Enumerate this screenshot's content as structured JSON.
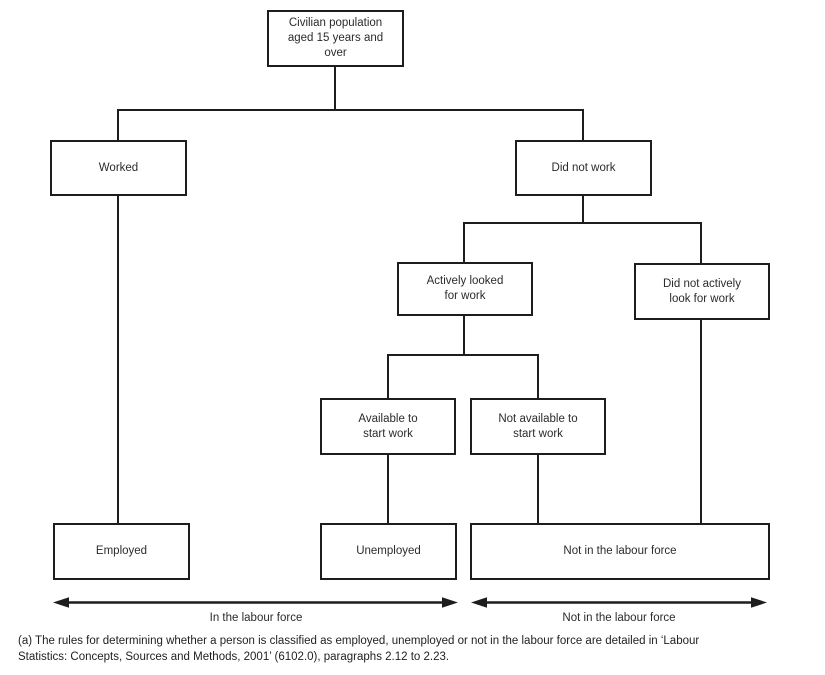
{
  "diagram": {
    "description": "Labour force framework flowchart",
    "nodes": {
      "civilian_population": "Civilian population\naged 15 years and\nover",
      "worked": "Worked",
      "did_not_work": "Did not work",
      "actively_looked": "Actively looked\nfor work",
      "did_not_actively_look": "Did not actively\nlook for work",
      "available_to_start": "Available to\nstart work",
      "not_available_to_start": "Not available to\nstart work",
      "employed": "Employed",
      "unemployed": "Unemployed",
      "not_in_labour_force": "Not in the labour force"
    },
    "span_labels": {
      "in_labour_force": "In the labour force",
      "not_in_labour_force": "Not in the labour force"
    },
    "footnote": {
      "lines": [
        "(a) The rules for determining whether a person is classified as employed, unemployed or not in the labour force are detailed in ‘Labour",
        "Statistics: Concepts, Sources and Methods, 2001’ (6102.0), paragraphs 2.12 to 2.23."
      ]
    },
    "colors": {
      "line": "#1d1d1b",
      "text": "#2b2b2b",
      "background": "#ffffff"
    }
  }
}
